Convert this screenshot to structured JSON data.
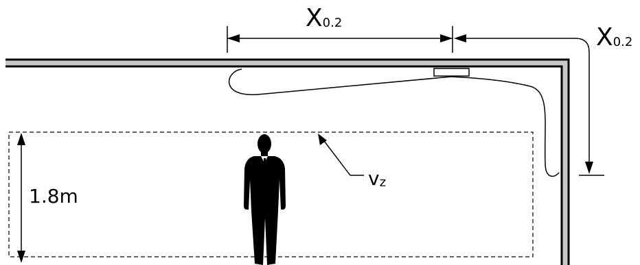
{
  "labels": {
    "dim_top": {
      "main": "X",
      "sub": "0.2"
    },
    "dim_right": {
      "main": "X",
      "sub": "0.2"
    },
    "zone": {
      "main": "v",
      "sub": "z"
    },
    "height": "1.8m"
  }
}
